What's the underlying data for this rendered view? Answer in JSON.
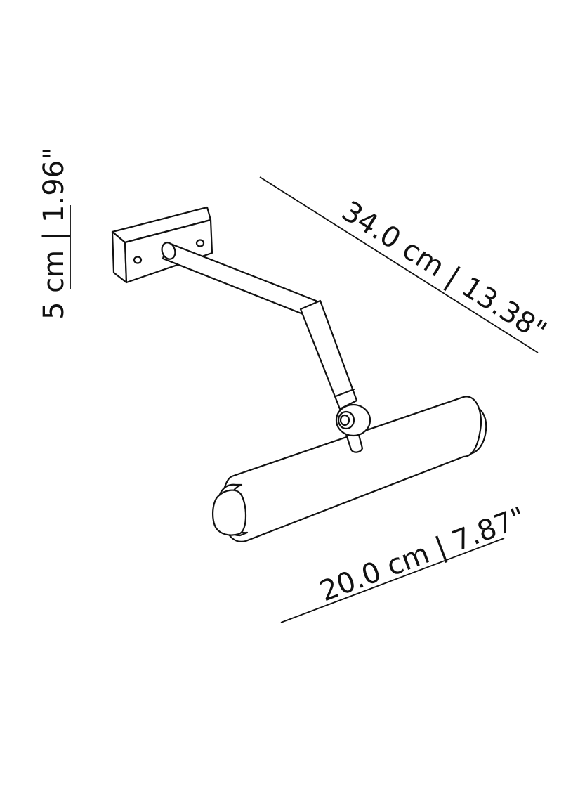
{
  "diagram": {
    "dimensions": {
      "height": "5 cm | 1.96\"",
      "arm_length": "34.0 cm | 13.38\"",
      "shade_width": "20.0 cm | 7.87\""
    },
    "colors": {
      "line": "#111111",
      "background": "#ffffff"
    }
  }
}
